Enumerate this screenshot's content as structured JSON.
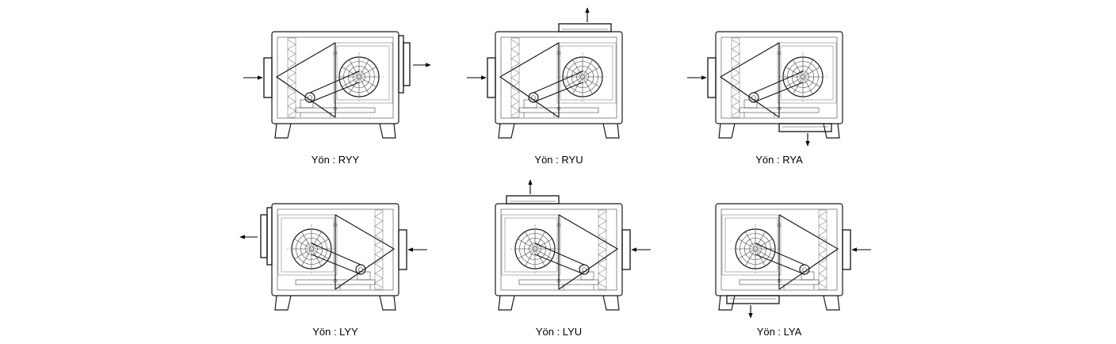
{
  "figure": {
    "units": [
      {
        "id": "ryy",
        "label": "Yön : RYY",
        "mirrored": false,
        "outlet": "side"
      },
      {
        "id": "ryu",
        "label": "Yön : RYU",
        "mirrored": false,
        "outlet": "top"
      },
      {
        "id": "rya",
        "label": "Yön : RYA",
        "mirrored": false,
        "outlet": "bottom"
      },
      {
        "id": "lyy",
        "label": "Yön : LYY",
        "mirrored": true,
        "outlet": "side"
      },
      {
        "id": "lyu",
        "label": "Yön : LYU",
        "mirrored": true,
        "outlet": "top"
      },
      {
        "id": "lya",
        "label": "Yön : LYA",
        "mirrored": true,
        "outlet": "bottom"
      }
    ],
    "line_color": "#1a1a1a",
    "background": "#ffffff"
  }
}
